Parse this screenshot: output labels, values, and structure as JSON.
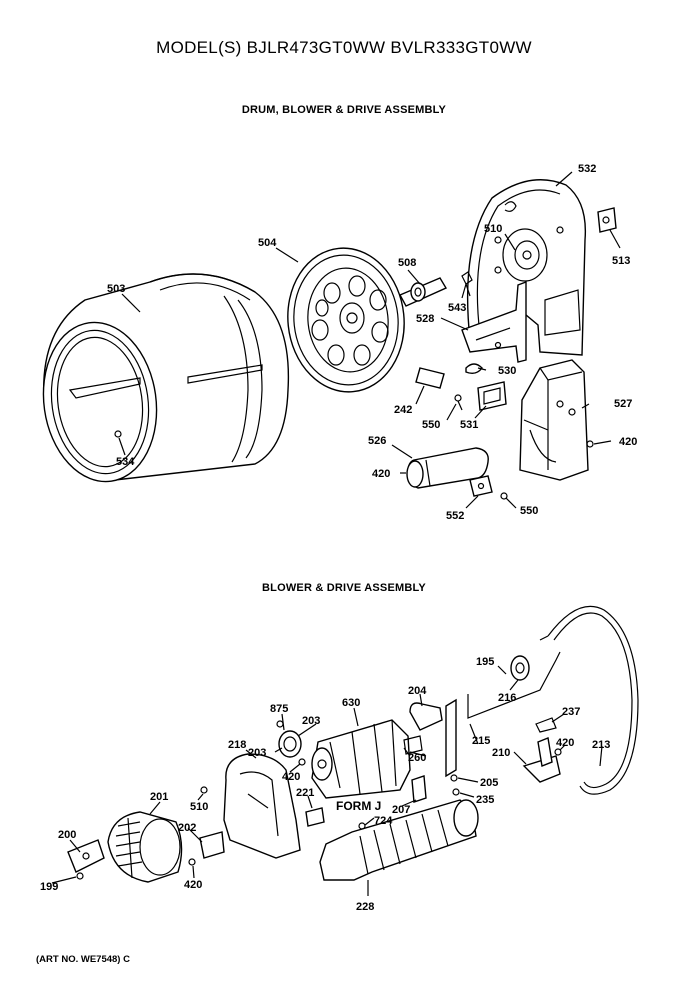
{
  "header": {
    "model_line": "MODEL(S) BJLR473GT0WW  BVLR333GT0WW",
    "section1_title": "DRUM, BLOWER & DRIVE ASSEMBLY",
    "section2_title": "BLOWER & DRIVE ASSEMBLY"
  },
  "labels": {
    "l532": "532",
    "l510a": "510",
    "l513": "513",
    "l504": "504",
    "l503": "503",
    "l508": "508",
    "l543": "543",
    "l528": "528",
    "l530": "530",
    "l527": "527",
    "l242": "242",
    "l550a": "550",
    "l531": "531",
    "l420a": "420",
    "l526": "526",
    "l420b": "420",
    "l534": "534",
    "l552": "552",
    "l550b": "550",
    "l195": "195",
    "l216": "216",
    "l204": "204",
    "l237": "237",
    "l875": "875",
    "l630": "630",
    "l203a": "203",
    "l218": "218",
    "l203b": "203",
    "l260": "260",
    "l420c": "420",
    "l215": "215",
    "l210": "210",
    "l420d": "420",
    "l213": "213",
    "l201": "201",
    "l510b": "510",
    "l221": "221",
    "l205": "205",
    "l235": "235",
    "l207": "207",
    "l202": "202",
    "l724": "724",
    "l200": "200",
    "l199": "199",
    "l420e": "420",
    "l228": "228"
  },
  "callout": {
    "form_j": "FORM J"
  },
  "footer": {
    "art_no": "(ART NO. WE7548) C"
  }
}
